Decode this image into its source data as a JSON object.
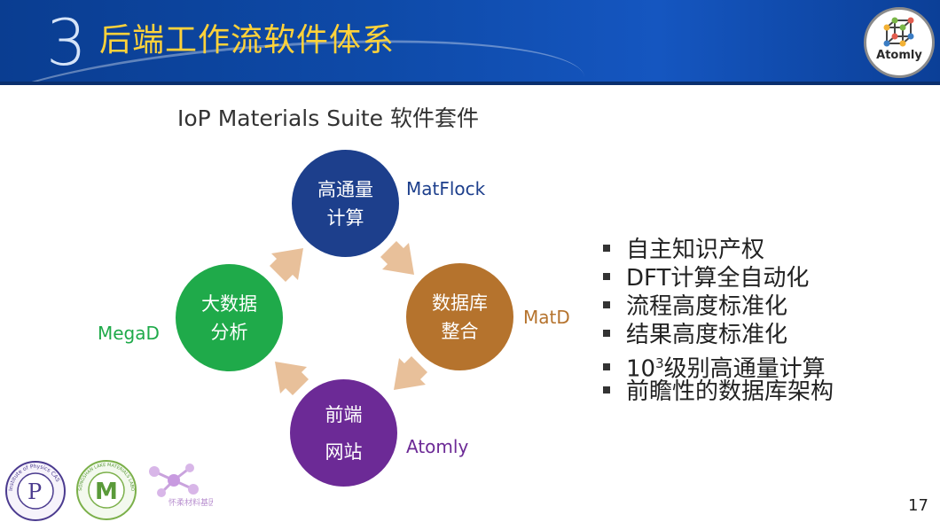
{
  "header": {
    "section_number": "3",
    "title": "后端工作流软件体系",
    "logo_text": "Atomly"
  },
  "subtitle": "IoP Materials Suite 软件套件",
  "cycle": {
    "top": {
      "line1": "高通量",
      "line2": "计算",
      "tag": "MatFlock",
      "color": "#1d3f8c"
    },
    "right": {
      "line1": "数据库",
      "line2": "整合",
      "tag": "MatD",
      "color": "#b5732d"
    },
    "bottom": {
      "line1": "前端",
      "line2": "网站",
      "tag": "Atomly",
      "color": "#6c2a96"
    },
    "left": {
      "line1": "大数据",
      "line2": "分析",
      "tag": "MegaD",
      "color": "#1faa4a"
    },
    "arrow_color": "#e8c09a"
  },
  "bullets": [
    {
      "text": "自主知识产权"
    },
    {
      "text": "DFT计算全自动化"
    },
    {
      "text": "流程高度标准化"
    },
    {
      "text": "结果高度标准化"
    },
    {
      "pre": "10",
      "sup": "3",
      "post": "级别高通量计算"
    },
    {
      "text": "前瞻性的数据库架构"
    }
  ],
  "page_number": "17",
  "footer_logos": {
    "logo1_text": "Institute of Physics CAS",
    "logo2_text": "SONGSHAN LAKE MATERIALS LABORATORY",
    "logo3_text": "怀柔材料基因平台"
  }
}
